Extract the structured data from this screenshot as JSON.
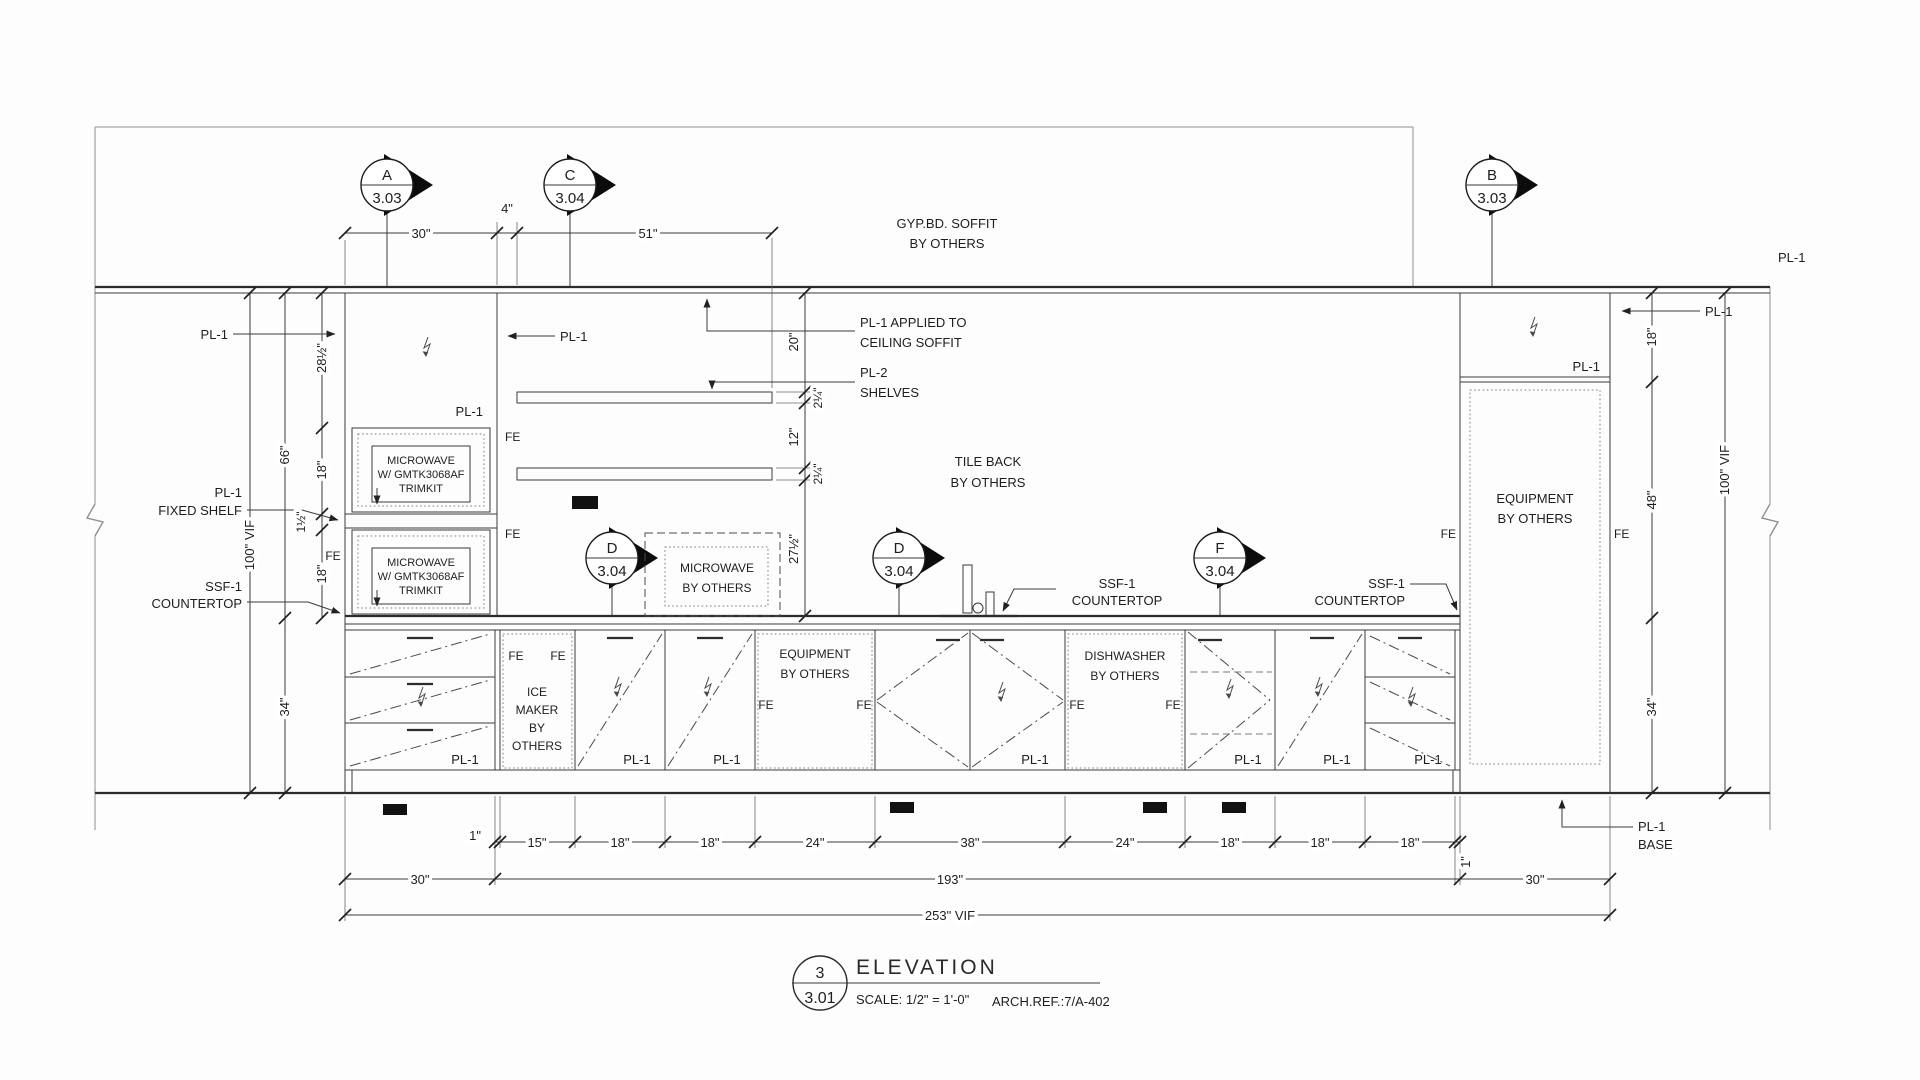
{
  "t": {
    "pl1": "PL-1",
    "fe": "FE"
  },
  "markers": {
    "a": {
      "letter": "A",
      "sheet": "3.03"
    },
    "c": {
      "letter": "C",
      "sheet": "3.04"
    },
    "b": {
      "letter": "B",
      "sheet": "3.03"
    },
    "d1": {
      "letter": "D",
      "sheet": "3.04"
    },
    "d2": {
      "letter": "D",
      "sheet": "3.04"
    },
    "f": {
      "letter": "F",
      "sheet": "3.04"
    }
  },
  "soffit": {
    "line1": "GYP.BD. SOFFIT",
    "line2": "BY OTHERS"
  },
  "top_dims": {
    "d30": "30\"",
    "d4": "4\"",
    "d51": "51\""
  },
  "left_dims": {
    "vif": "100\" VIF",
    "d66": "66\"",
    "d34": "34\"",
    "d28": "28½\"",
    "d18a": "18\"",
    "d1_5": "1½\"",
    "d18b": "18\""
  },
  "right_dims": {
    "d18": "18\"",
    "d48": "48\"",
    "d34": "34\"",
    "vif": "100\" VIF"
  },
  "mid_dims": {
    "d20": "20\"",
    "d2a": "2¼\"",
    "d12": "12\"",
    "d2b": "2¼\"",
    "d27": "27½\""
  },
  "annotations": {
    "pl1_applied": {
      "l1": "PL-1 APPLIED TO",
      "l2": "CEILING SOFFIT"
    },
    "pl2_shelves": {
      "l1": "PL-2",
      "l2": "SHELVES"
    },
    "tile_back": {
      "l1": "TILE BACK",
      "l2": "BY OTHERS"
    },
    "fixed_shelf": {
      "l1": "PL-1",
      "l2": "FIXED SHELF"
    },
    "ssf_left": {
      "l1": "SSF-1",
      "l2": "COUNTERTOP"
    },
    "ssf_mid": {
      "l1": "SSF-1",
      "l2": "COUNTERTOP"
    },
    "ssf_right": {
      "l1": "SSF-1",
      "l2": "COUNTERTOP"
    },
    "pl1_base": {
      "l1": "PL-1",
      "l2": "BASE"
    }
  },
  "cabinets": {
    "microwave_trim": {
      "l1": "MICROWAVE",
      "l2": "W/ GMTK3068AF",
      "l3": "TRIMKIT"
    },
    "microwave_others": {
      "l1": "MICROWAVE",
      "l2": "BY OTHERS"
    },
    "ice_maker": {
      "l1": "ICE",
      "l2": "MAKER",
      "l3": "BY",
      "l4": "OTHERS"
    },
    "equipment_base": {
      "l1": "EQUIPMENT",
      "l2": "BY OTHERS"
    },
    "dishwasher": {
      "l1": "DISHWASHER",
      "l2": "BY OTHERS"
    },
    "equipment_tall": {
      "l1": "EQUIPMENT",
      "l2": "BY OTHERS"
    }
  },
  "bottom_dims": {
    "d1a": "1\"",
    "d15": "15\"",
    "d18a": "18\"",
    "d18b": "18\"",
    "d24a": "24\"",
    "d38": "38\"",
    "d24b": "24\"",
    "d18c": "18\"",
    "d18d": "18\"",
    "d18e": "18\"",
    "d1b": "1\"",
    "d30l": "30\"",
    "d193": "193\"",
    "d30r": "30\"",
    "d253": "253\" VIF"
  },
  "title_block": {
    "number": "3",
    "sheet": "3.01",
    "name": "ELEVATION",
    "scale": "SCALE: 1/2\" = 1'-0\"",
    "ref": "ARCH.REF.:7/A-402"
  }
}
